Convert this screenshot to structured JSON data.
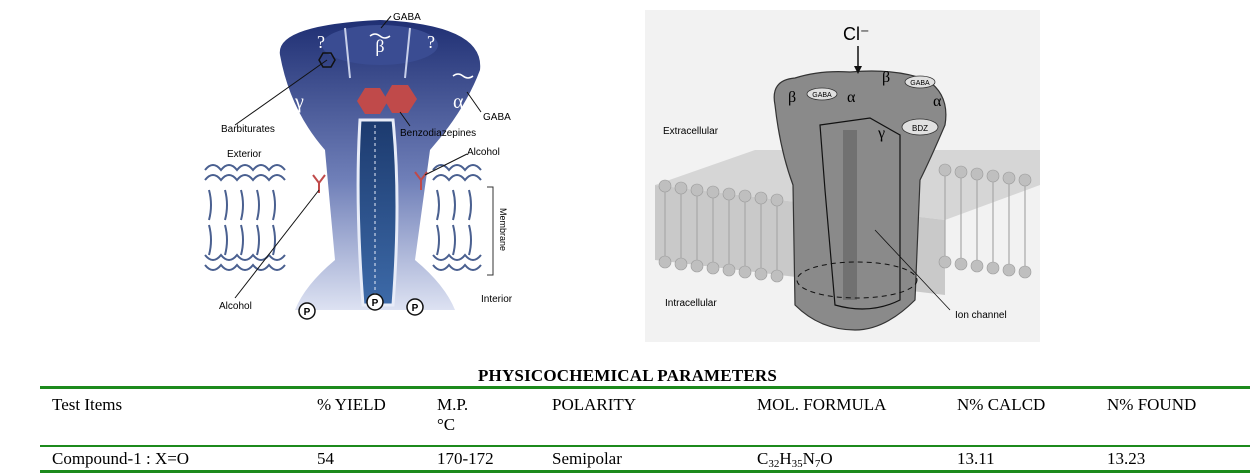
{
  "figure_left": {
    "labels": {
      "gaba_top": "GABA",
      "beta": "β",
      "q1": "?",
      "q2": "?",
      "gamma": "γ",
      "alpha": "α",
      "gaba_right": "GABA",
      "barbiturates": "Barbiturates",
      "benzodiazepines": "Benzodiazepines",
      "exterior": "Exterior",
      "alcohol_top": "Alcohol",
      "membrane": "Membrane",
      "alcohol_bottom": "Alcohol",
      "interior": "Interior",
      "p": "P"
    },
    "colors": {
      "channel": "#2b3f86",
      "benzo": "#c04a4a",
      "lipid": "#4a6090"
    }
  },
  "figure_right": {
    "labels": {
      "cl": "Cl⁻",
      "beta_left": "β",
      "gaba_left": "GABA",
      "alpha_left": "α",
      "beta_right": "β",
      "gaba_right": "GABA",
      "alpha_right": "α",
      "bdz": "BDZ",
      "gamma": "γ",
      "extracellular": "Extracellular",
      "intracellular": "Intracellular",
      "ion_channel": "Ion channel"
    }
  },
  "table": {
    "title": "PHYSICOCHEMICAL PARAMETERS",
    "headers": {
      "test_items": "Test Items",
      "yield": "% YIELD",
      "mp": "M.P.",
      "mp_unit": "°C",
      "polarity": "POLARITY",
      "formula": "MOL. FORMULA",
      "calcd": "N% CALCD",
      "found": "N% FOUND"
    },
    "rows": [
      {
        "test_item": "Compound-1 : X=O",
        "yield": "54",
        "mp": "170-172",
        "polarity": "Semipolar",
        "formula": {
          "c": "C",
          "c_n": "32",
          "h": "H",
          "h_n": "35",
          "n": "N",
          "n_n": "7",
          "o": "O"
        },
        "calcd": "13.11",
        "found": "13.23"
      }
    ]
  }
}
